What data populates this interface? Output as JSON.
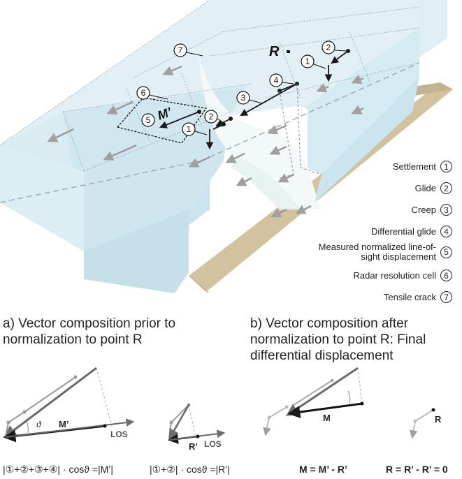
{
  "diagram": {
    "label_R_top": "R",
    "label_M": "M’",
    "callouts": [
      "1",
      "2",
      "3",
      "4",
      "5",
      "6",
      "7"
    ]
  },
  "legend": {
    "items": [
      {
        "num": "1",
        "label": "Settlement"
      },
      {
        "num": "2",
        "label": "Glide"
      },
      {
        "num": "3",
        "label": "Creep"
      },
      {
        "num": "4",
        "label": "Differential glide"
      },
      {
        "num": "5",
        "label": "Measured normalized line-of-sight displacement"
      },
      {
        "num": "6",
        "label": "Radar resolution cell"
      },
      {
        "num": "7",
        "label": "Tensile crack"
      }
    ]
  },
  "section_a": {
    "heading": "a) Vector composition prior to normalization to point R",
    "theta": "ϑ",
    "label_M": "M’",
    "label_LOS": "LOS",
    "label_R": "R’",
    "formula_left": "|①+②+③+④| · cosϑ =|M’|",
    "formula_right": "|①+②| · cosϑ =|R’|"
  },
  "section_b": {
    "heading": "b) Vector composition after normalization to point R: Final differential displacement",
    "label_M": "M",
    "label_R": "R",
    "formula_left": "M = M’ - R’",
    "formula_right": "R = R’ - R’ = 0"
  },
  "colors": {
    "ice": "#d4ebf1",
    "ice_side": "#cfe6ee",
    "rock": "#d7c9a9",
    "arrow_dark": "#1a1a1a",
    "arrow_gray": "#9a9a9a"
  }
}
